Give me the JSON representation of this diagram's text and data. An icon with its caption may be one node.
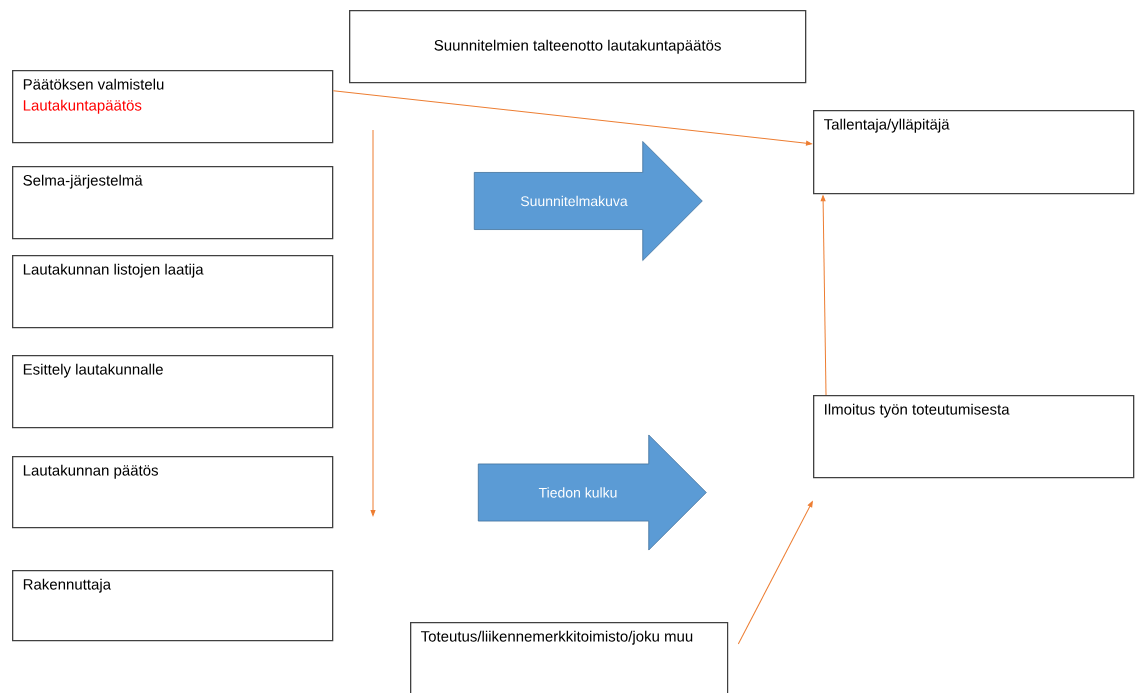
{
  "diagram": {
    "nodes": [
      {
        "text": [
          "Suunnitelmien talteenotto lautakuntapäätös"
        ]
      },
      {
        "text": [
          "Päätöksen valmistelu",
          "Lautakuntapäätös"
        ]
      },
      {
        "text": [
          "Selma-järjestelmä"
        ]
      },
      {
        "text": [
          "Lautakunnan listojen laatija"
        ]
      },
      {
        "text": [
          "Esittely lautakunnalle"
        ]
      },
      {
        "text": [
          "Lautakunnan päätös"
        ]
      },
      {
        "text": [
          "Rakennuttaja"
        ]
      },
      {
        "text": [
          "Suunnitelmakuva"
        ]
      },
      {
        "text": [
          "Tallentaja/ylläpitäjä"
        ]
      },
      {
        "text": [
          "Tiedon kulku"
        ]
      },
      {
        "text": [
          "Ilmoitus työn toteutumisesta"
        ]
      },
      {
        "text": [
          "Toteutus/liikennemerkkitoimisto/joku muu"
        ]
      }
    ],
    "edges": [
      {
        "from": 1,
        "to": 8,
        "arrow": "to"
      },
      {
        "from": 10,
        "to": 8,
        "arrow": "to"
      },
      {
        "from": 11,
        "to": 10,
        "arrow": "to"
      }
    ]
  }
}
